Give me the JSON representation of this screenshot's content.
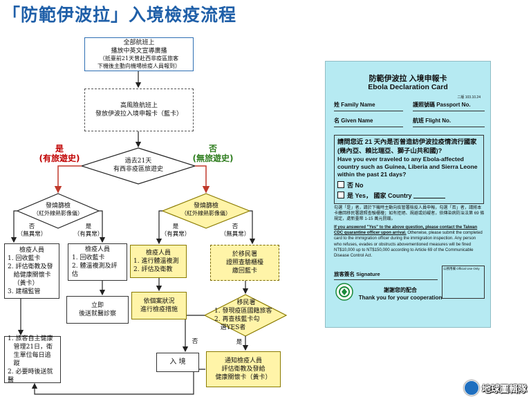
{
  "title": "「防範伊波拉」入境檢疫流程",
  "flow": {
    "n1": {
      "l1": "全部航班上",
      "l2": "播放中英文宣導廣播",
      "l3": "（抵臺前21天曾赴西非疫區旅客",
      "l4": "下機後主動向機場檢疫人員報到）"
    },
    "n2": {
      "l1": "高風險航班上",
      "l2": "發放伊波拉入境申報卡（藍卡）"
    },
    "d1": {
      "l1": "過去21天",
      "l2": "有西非疫區旅遊史"
    },
    "yes_branch": {
      "l1": "是",
      "l2": "(有旅遊史)"
    },
    "no_branch": {
      "l1": "否",
      "l2": "(無旅遊史)"
    },
    "dL": {
      "l1": "發燒篩檢",
      "l2": "（紅外線熱影像儀）"
    },
    "dR": {
      "l1": "發燒篩檢",
      "l2": "（紅外線熱影像儀）"
    },
    "lbl_no_normal": {
      "l1": "否",
      "l2": "（無異常）"
    },
    "lbl_yes_abnormal": {
      "l1": "是",
      "l2": "（有異常）"
    },
    "lbl_yes_abnormal2": {
      "l1": "是",
      "l2": "（有異常）"
    },
    "lbl_no_normal2": {
      "l1": "否",
      "l2": "（無異常）"
    },
    "box_a": {
      "t": "檢疫人員",
      "i1": "1. 回收藍卡",
      "i2": "2. 評估衛教及發",
      "i3": "   給健康關懷卡",
      "i4": "   （黃卡）",
      "i5": "3. 建檔監管"
    },
    "box_b": {
      "t": "檢疫人員",
      "i1": "1. 回收藍卡",
      "i2": "2. 體溫複測及評估"
    },
    "box_c": {
      "l1": "立即",
      "l2": "後送就醫診察"
    },
    "box_d": {
      "t": "檢疫人員",
      "i1": "1. 進行體溫複測",
      "i2": "2. 評估及衛教"
    },
    "box_e": {
      "l1": "依個案狀況",
      "l2": "進行檢疫措施"
    },
    "box_f": {
      "l1": "於移民署",
      "l2": "證照查驗櫃檯",
      "l3": "繳回藍卡"
    },
    "d3": {
      "t": "移民署",
      "i1": "1. 發現疫區國籍旅客",
      "i2": "2. 再查核藍卡勾",
      "i3": "   選YES者"
    },
    "lbl_no": "否",
    "lbl_yes": "是",
    "box_g": "入 境",
    "box_h": {
      "l1": "通知檢疫人員",
      "l2": "評估衛教及發給",
      "l3": "健康關懷卡（黃卡）"
    },
    "box_i": {
      "i1": "1. 旅客自主健康",
      "i2": "   管理21日，衛",
      "i3": "   生單位每日追",
      "i4": "   蹤",
      "i5": "2. 必要時後送就醫"
    }
  },
  "card": {
    "title_zh": "防範伊波拉 入境申報卡",
    "title_en": "Ebola Declaration Card",
    "code": "二版 103.10.24",
    "family": "姓 Family Name",
    "passport": "護照號碼 Passport No.",
    "given": "名 Given Name",
    "flight": "航班 Flight No.",
    "q_zh": "請問您近 21 天內是否曾造訪伊波拉疫情流行國家(幾內亞、賴比瑞亞、獅子山共和國)?",
    "q_en": "Have you ever traveled to any Ebola-affected country such as Guinea, Liberia and Sierra Leone within the past 21 days?",
    "opt_no": "否 No",
    "opt_yes": "是 Yes， 國家 Country",
    "note_zh": "勾選「是」者，請於下機時主動向疾管署檢疫人員申報，勾選「否」者，請將本卡繳回移民署證照查驗櫃檯；如有拒絕、規避或妨礙者，依傳染病防治法第 69 條規定，處新臺幣 1-15 萬元罰鍰。",
    "note_en_u": "If you answered \"Yes\" to the above question, please contact the Taiwan CDC quarantine officer upon arrival.",
    "note_en": " Otherwise, please submit the completed card to the immigration officer during the immigration inspection. Any person who refuses, evades or obstructs abovementioned measures will be fined NT$10,000 up to NT$150,000 according to Article 69 of the Communicable Disease Control Act.",
    "signature": "旅客簽名 Signature",
    "official": "公務用欄 Official Use Only",
    "thanks_zh": "謝謝您的配合",
    "thanks_en": "Thank you for your cooperation"
  },
  "watermark": "地球圖輯隊",
  "colors": {
    "title": "#1f5fa8",
    "yes": "#c00000",
    "no": "#2e7d1e",
    "yellow_box": "#fff4a8",
    "card": "#b6eaf2"
  }
}
